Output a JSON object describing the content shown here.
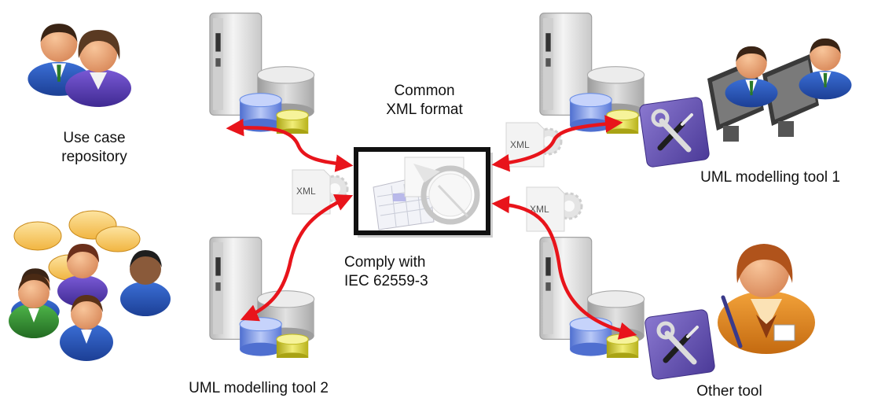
{
  "labels": {
    "use_case_line1": "Use case",
    "use_case_line2": "repository",
    "common_line1": "Common",
    "common_line2": "XML format",
    "uml1": "UML modelling tool 1",
    "comply_line1": "Comply with",
    "comply_line2": "IEC 62559-3",
    "uml2": "UML modelling tool 2",
    "other": "Other tool"
  },
  "xml_icons": [
    "XML",
    "XML",
    "XML"
  ],
  "colors": {
    "arrow": "#e8141b",
    "tool_badge": "#6a55b0",
    "db_blue": "#6c8fe6",
    "db_yellow": "#d6d12a",
    "server": "#d9d9d9"
  },
  "icons": [
    "users-pair-icon",
    "server-icon",
    "document-hub-icon",
    "chat-group-icon",
    "tool-badge-icon",
    "xml-gear-icon"
  ]
}
